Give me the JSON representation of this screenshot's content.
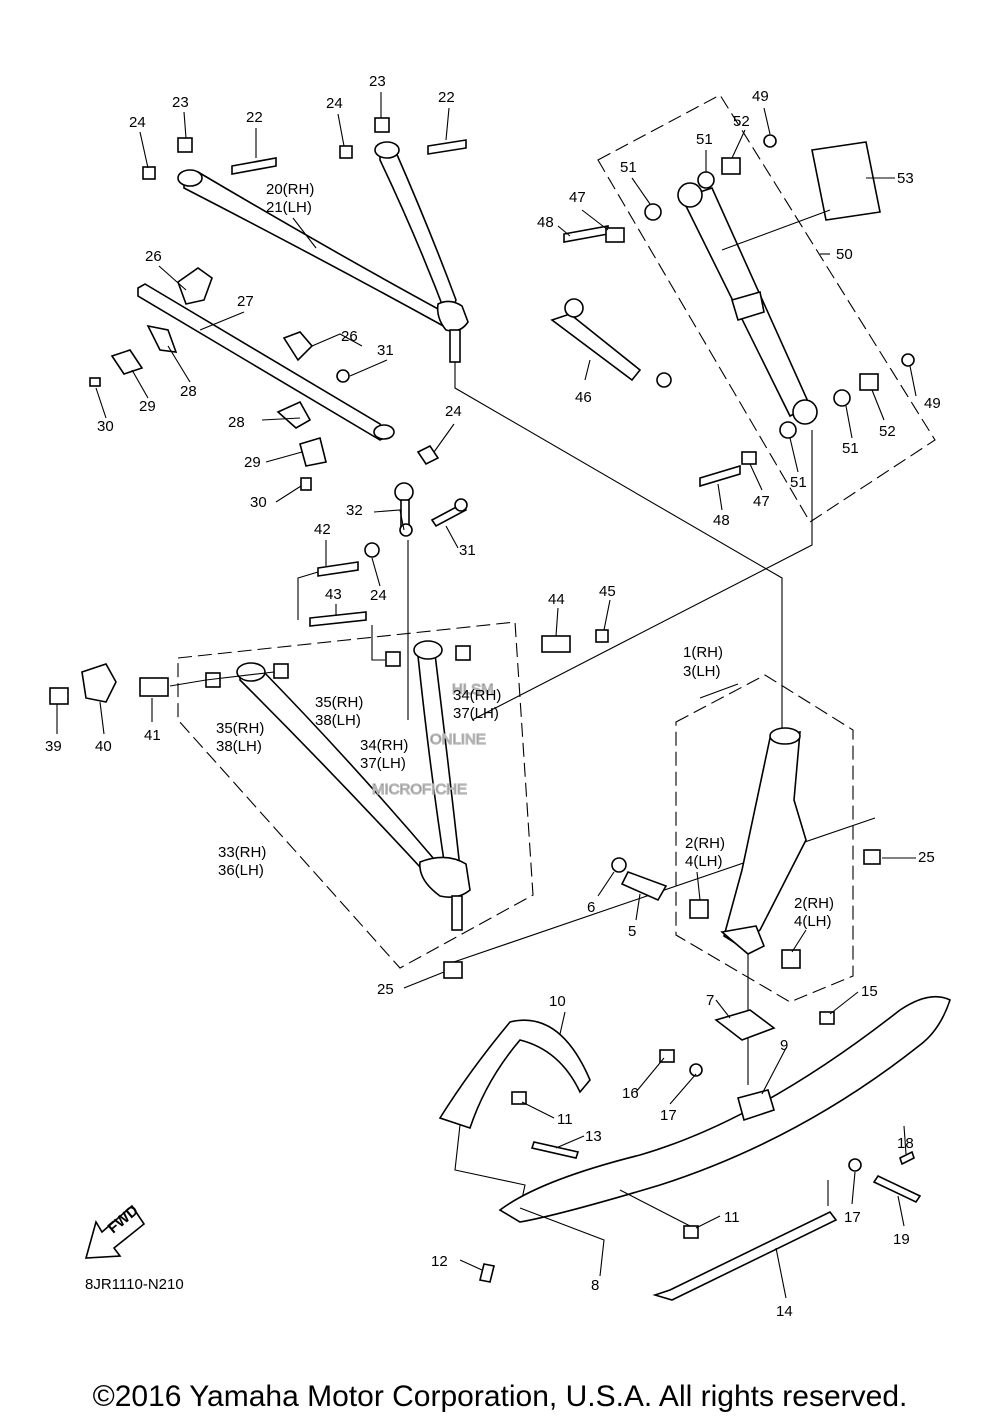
{
  "callouts": [
    "1(RH)",
    "3(LH)",
    "2(RH)",
    "4(LH)",
    "2(RH)",
    "4(LH)",
    "5",
    "6",
    "7",
    "8",
    "9",
    "10",
    "11",
    "11",
    "12",
    "13",
    "14",
    "15",
    "16",
    "17",
    "17",
    "18",
    "19",
    "20(RH)",
    "21(LH)",
    "22",
    "22",
    "23",
    "23",
    "24",
    "24",
    "24",
    "24",
    "25",
    "25",
    "26",
    "26",
    "27",
    "28",
    "28",
    "29",
    "29",
    "30",
    "30",
    "31",
    "31",
    "32",
    "33(RH)",
    "36(LH)",
    "34(RH)",
    "37(LH)",
    "34(RH)",
    "37(LH)",
    "35(RH)",
    "38(LH)",
    "35(RH)",
    "38(LH)",
    "39",
    "40",
    "41",
    "42",
    "43",
    "44",
    "45",
    "46",
    "47",
    "47",
    "48",
    "48",
    "49",
    "49",
    "50",
    "51",
    "51",
    "51",
    "51",
    "52",
    "52",
    "53"
  ],
  "watermark": [
    "HLSM",
    "ONLINE",
    "MICROFICHE"
  ],
  "fwd_label": "FWD",
  "diagram_code": "8JR1110-N210",
  "copyright": "©2016 Yamaha Motor Corporation, U.S.A. All rights reserved."
}
